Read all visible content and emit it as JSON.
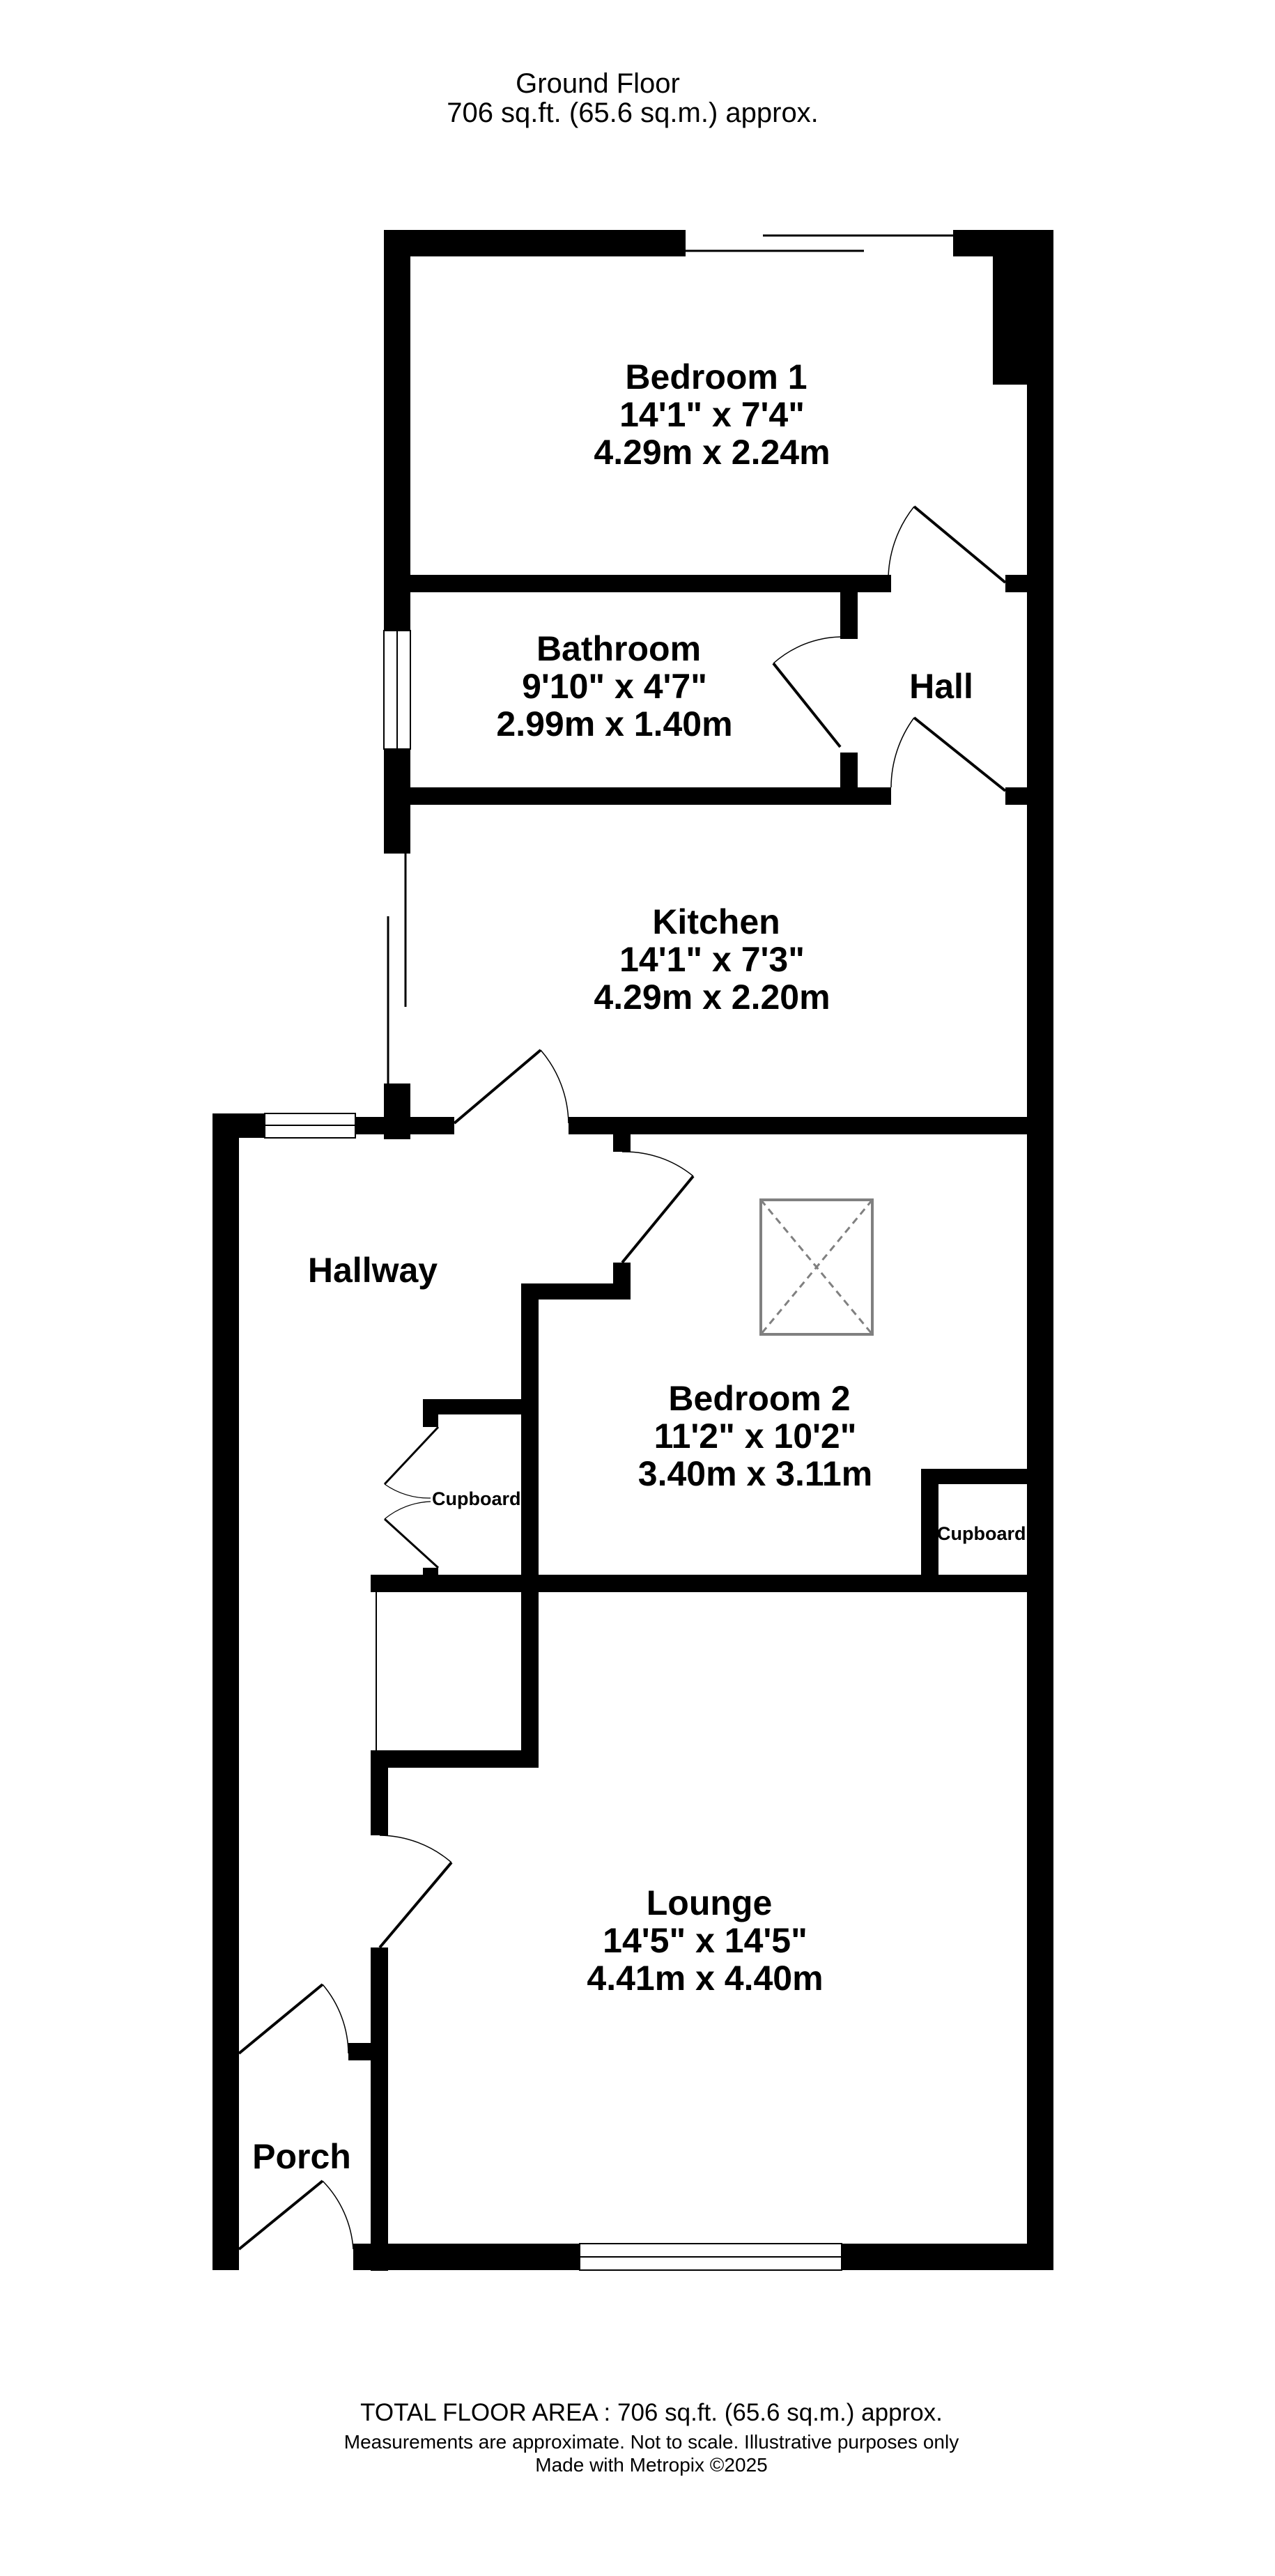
{
  "header": {
    "floor_name": "Ground Floor",
    "floor_area": "706 sq.ft. (65.6 sq.m.) approx."
  },
  "rooms": [
    {
      "id": "bedroom-1",
      "name": "Bedroom 1",
      "imperial": "14'1\"  x 7'4\"",
      "metric": "4.29m  x 2.24m"
    },
    {
      "id": "bathroom",
      "name": "Bathroom",
      "imperial": "9'10\"  x 4'7\"",
      "metric": "2.99m  x 1.40m"
    },
    {
      "id": "hall",
      "name": "Hall"
    },
    {
      "id": "kitchen",
      "name": "Kitchen",
      "imperial": "14'1\"  x 7'3\"",
      "metric": "4.29m  x 2.20m"
    },
    {
      "id": "hallway",
      "name": "Hallway"
    },
    {
      "id": "bedroom-2",
      "name": "Bedroom 2",
      "imperial": "11'2\"  x 10'2\"",
      "metric": "3.40m  x 3.11m"
    },
    {
      "id": "cupboard-hallway",
      "name": "Cupboard"
    },
    {
      "id": "cupboard-bedroom-2",
      "name": "Cupboard"
    },
    {
      "id": "lounge",
      "name": "Lounge",
      "imperial": "14'5\"  x 14'5\"",
      "metric": "4.41m  x 4.40m"
    },
    {
      "id": "porch",
      "name": "Porch"
    }
  ],
  "footer": {
    "total_area": "TOTAL FLOOR AREA : 706 sq.ft. (65.6 sq.m.) approx.",
    "disclaimer": "Measurements are approximate.  Not to scale.  Illustrative purposes only",
    "credit": "Made with Metropix ©2025"
  },
  "colors": {
    "wall": "#000000",
    "background": "#ffffff",
    "skylight": "#808080"
  }
}
